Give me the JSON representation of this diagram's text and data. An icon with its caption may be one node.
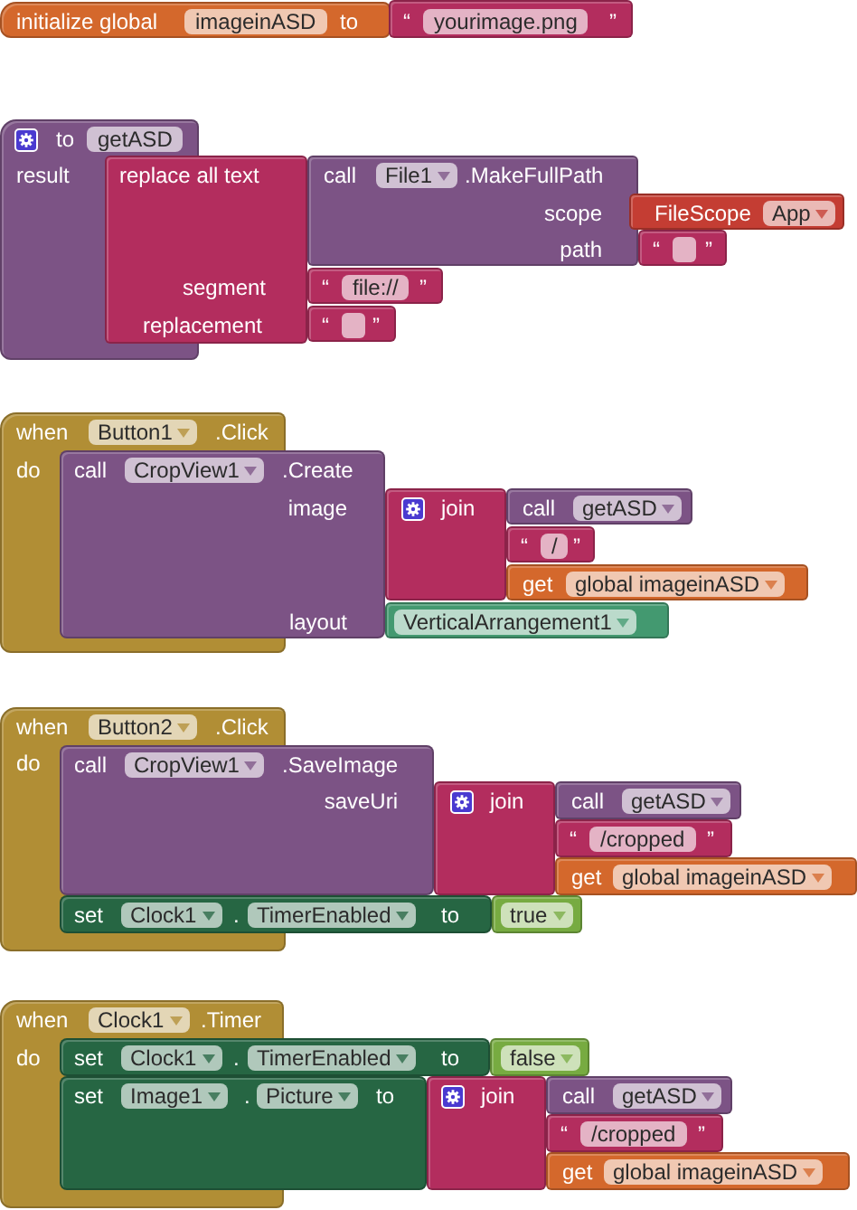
{
  "diagram": {
    "nodes": [
      {
        "text": [
          "initialize global",
          "imageinASD",
          "to"
        ]
      },
      {
        "text": [
          "“",
          "yourimage.png",
          "”"
        ]
      },
      {
        "text": [
          "to",
          "getASD",
          "result"
        ]
      },
      {
        "text": [
          "replace all text",
          "segment",
          "replacement"
        ]
      },
      {
        "text": [
          "call",
          "File1",
          ".MakeFullPath",
          "scope",
          "path"
        ]
      },
      {
        "text": [
          "FileScope",
          "App"
        ]
      },
      {
        "text": [
          "“",
          "”"
        ]
      },
      {
        "text": [
          "“",
          "file://",
          "”"
        ]
      },
      {
        "text": [
          "“",
          "”"
        ]
      },
      {
        "text": [
          "when",
          "Button1",
          ".Click",
          "do"
        ]
      },
      {
        "text": [
          "call",
          "CropView1",
          ".Create",
          "image",
          "layout"
        ]
      },
      {
        "text": [
          "join"
        ]
      },
      {
        "text": [
          "call",
          "getASD"
        ]
      },
      {
        "text": [
          "“",
          "/",
          "”"
        ]
      },
      {
        "text": [
          "get",
          "global imageinASD"
        ]
      },
      {
        "text": [
          "VerticalArrangement1"
        ]
      },
      {
        "text": [
          "when",
          "Button2",
          ".Click",
          "do"
        ]
      },
      {
        "text": [
          "call",
          "CropView1",
          ".SaveImage",
          "saveUri"
        ]
      },
      {
        "text": [
          "join"
        ]
      },
      {
        "text": [
          "call",
          "getASD"
        ]
      },
      {
        "text": [
          "“",
          "/cropped",
          "”"
        ]
      },
      {
        "text": [
          "get",
          "global imageinASD"
        ]
      },
      {
        "text": [
          "set",
          "Clock1",
          ".",
          "TimerEnabled",
          "to"
        ]
      },
      {
        "text": [
          "true"
        ]
      },
      {
        "text": [
          "when",
          "Clock1",
          ".Timer",
          "do"
        ]
      },
      {
        "text": [
          "set",
          "Clock1",
          ".",
          "TimerEnabled",
          "to"
        ]
      },
      {
        "text": [
          "false"
        ]
      },
      {
        "text": [
          "set",
          "Image1",
          ".",
          "Picture",
          "to"
        ]
      },
      {
        "text": [
          "join"
        ]
      },
      {
        "text": [
          "call",
          "getASD"
        ]
      },
      {
        "text": [
          "“",
          "/cropped",
          "”"
        ]
      },
      {
        "text": [
          "get",
          "global imageinASD"
        ]
      }
    ]
  }
}
